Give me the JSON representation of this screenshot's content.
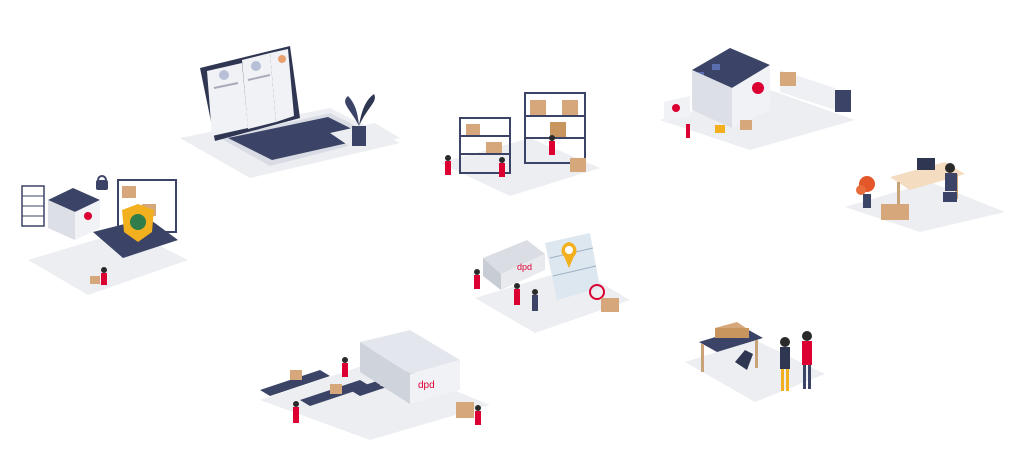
{
  "scenes": [
    {
      "id": "recruitment-laptop",
      "icon": "laptop-with-candidate-profiles-icon"
    },
    {
      "id": "warehouse-racking",
      "icon": "warehouse-shelves-icon"
    },
    {
      "id": "depot-trucks",
      "icon": "distribution-depot-icon"
    },
    {
      "id": "remote-office",
      "icon": "office-desk-icon"
    },
    {
      "id": "secure-warehouse",
      "icon": "security-shield-icon"
    },
    {
      "id": "parcel-tracking",
      "icon": "map-pin-tracking-icon"
    },
    {
      "id": "sorting-conveyor",
      "icon": "conveyor-belt-icon"
    },
    {
      "id": "parcel-handover",
      "icon": "handshake-icon"
    }
  ],
  "brand": {
    "van_logo_text": "dpd",
    "truck_logo_text": "dpd",
    "accent_color": "#dc0032",
    "navy_color": "#3b4466",
    "box_color": "#d6a77a",
    "shield_color": "#f2b01e",
    "shadow_color": "#eceef1"
  }
}
